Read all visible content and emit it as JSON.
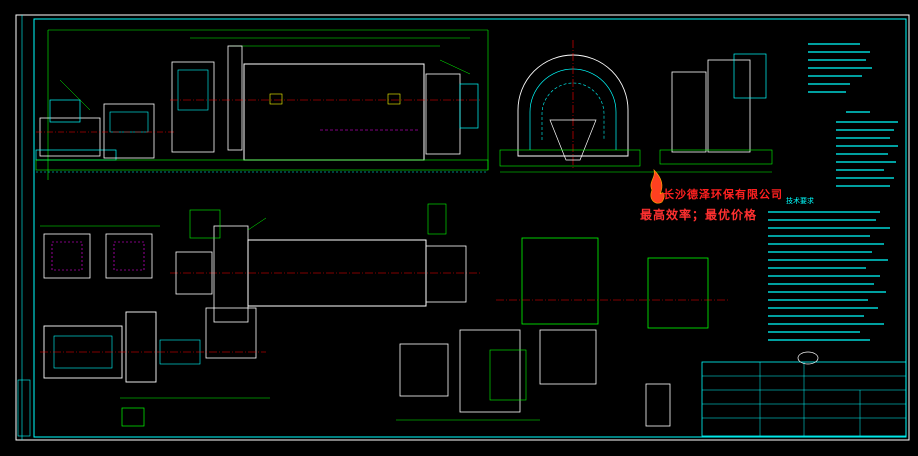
{
  "drawing": {
    "background_color": "#000000",
    "line_colors": {
      "frame": "#00ffff",
      "outline": "#ffffff",
      "dimension": "#00ff00",
      "detail": "#00ffff",
      "hidden": "#ff00ff",
      "center": "#ff0000",
      "annotation": "#ffff00"
    }
  },
  "logo": {
    "company": "长沙德泽环保有限公司",
    "slogan": "最高效率；最优价格",
    "color": "#ff2020"
  },
  "notes": {
    "title": "技术要求"
  }
}
